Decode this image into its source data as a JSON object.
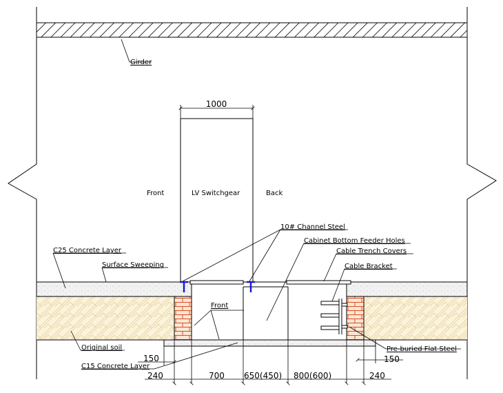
{
  "labels": {
    "girder": "Girder",
    "front": "Front",
    "switchgear": "LV Switchgear",
    "back": "Back",
    "channel_steel": "10# Channel Steel",
    "feeder_holes": "Cabinet Bottom Feeder Holes",
    "c25_layer": "C25 Concrete Layer",
    "trench_covers": "Cable Trench Covers",
    "surface_sweeping": "Surface Sweeping",
    "cable_bracket": "Cable Bracket",
    "trench_front": "Front",
    "original_soil": "Original soil",
    "flat_steel": "Pre-buried Flat Steel",
    "c15_layer": "C15 Concrete Layer"
  },
  "dimensions": {
    "cabinet_width": "1000",
    "c15_left": "150",
    "c15_right": "150",
    "wall_left": "240",
    "trench_front": "700",
    "trench_mid": "650(450)",
    "trench_back": "800(600)",
    "wall_right": "240"
  },
  "colors": {
    "channel_steel": "#1a1acc",
    "brick_fill": "#fbe6d3",
    "brick_line": "#d9502a",
    "soil_fill": "#fbf3dc",
    "soil_line": "#e6cf9a",
    "concrete_fill": "#f2f2f2",
    "concrete_dot": "#b8b8b8"
  }
}
